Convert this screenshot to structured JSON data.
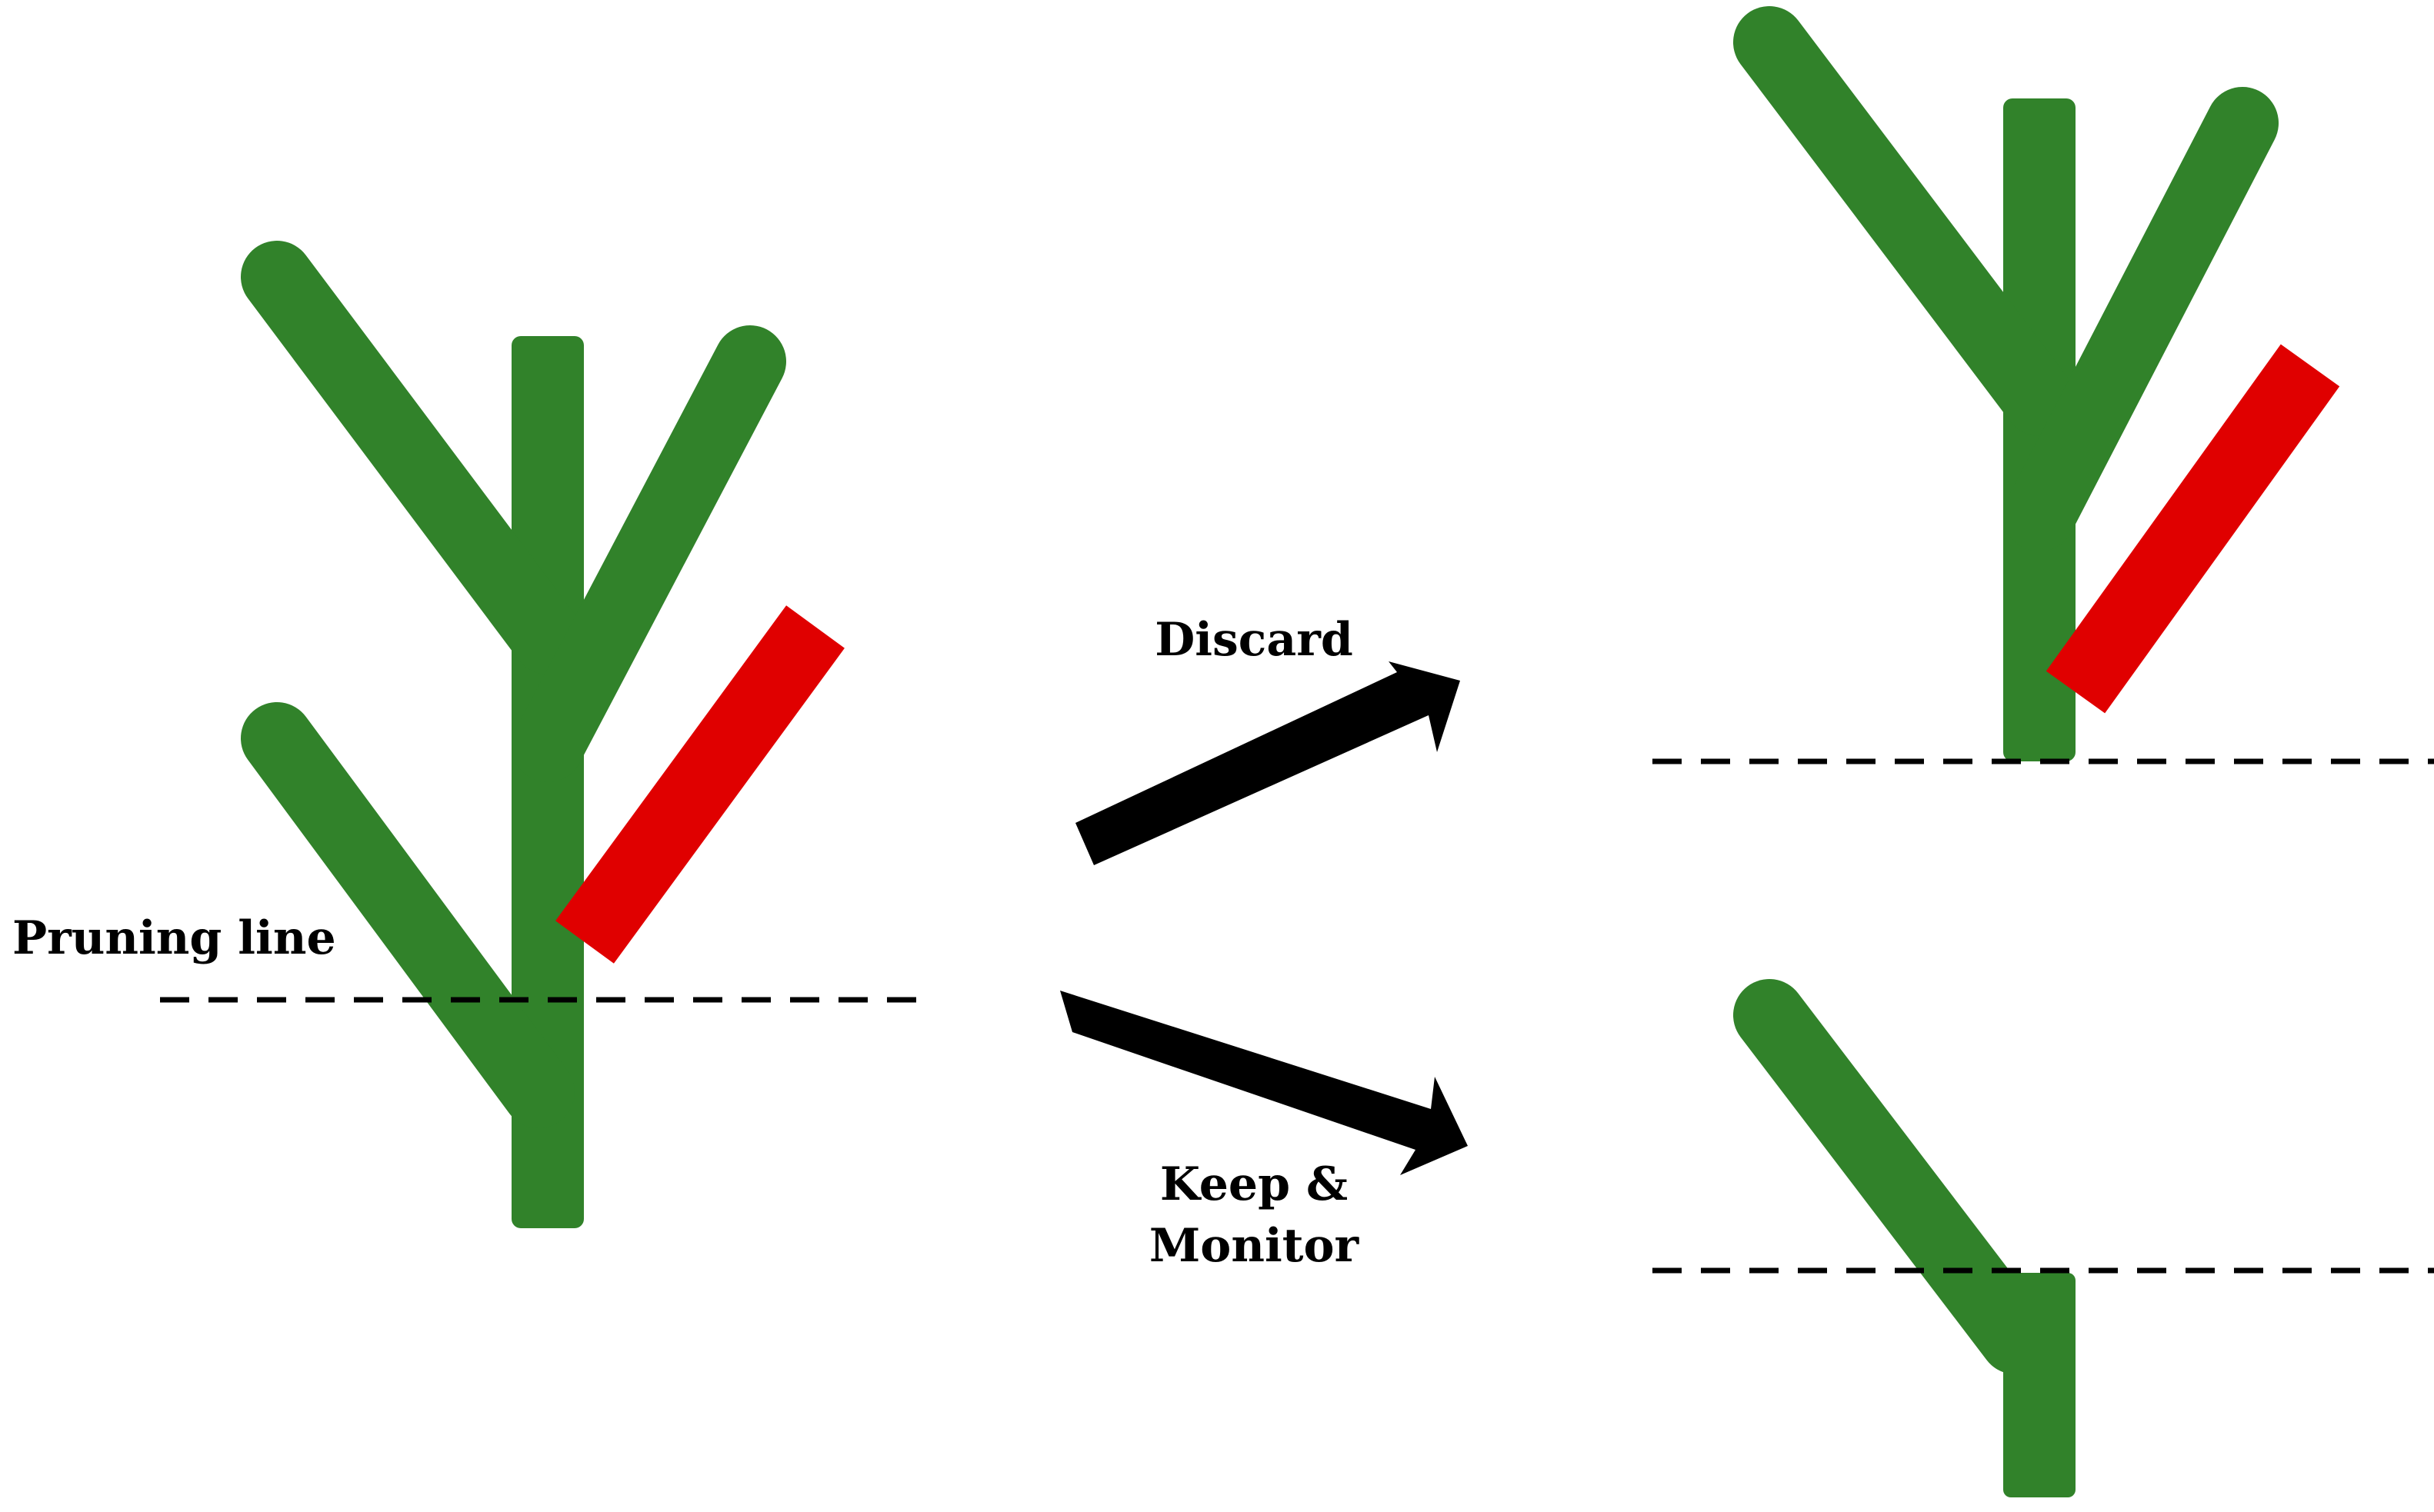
{
  "labels": {
    "pruning_line": "Pruning line",
    "discard": "Discard",
    "keep_line1": "Keep &",
    "keep_line2": "Monitor"
  },
  "colors": {
    "healthy_branch": "#31822A",
    "flagged_branch": "#E00000",
    "cut_line": "#000000",
    "arrow": "#000000",
    "background": "#FFFFFF"
  }
}
